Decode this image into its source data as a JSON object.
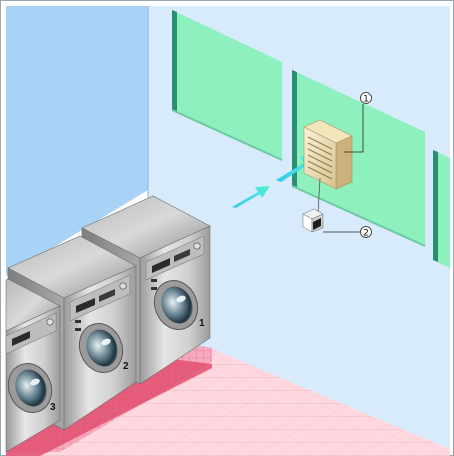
{
  "callouts": {
    "fan": "1",
    "control": "2"
  },
  "machines": [
    {
      "number": "1"
    },
    {
      "number": "2"
    },
    {
      "number": "3"
    }
  ],
  "colors": {
    "left_wall": "#a9d2f7",
    "back_wall": "#d8ebfc",
    "window_glass": "#8ef0bd",
    "window_frame": "#2a8f72",
    "floor_tile": "#ffd4dc",
    "floor_grout": "#f1b3c0",
    "airflow": "#24d8e8",
    "machine_body": "#c9c9c9"
  },
  "icons": [
    "exhaust-fan-icon",
    "wall-control-icon",
    "airflow-arrow-icon"
  ]
}
